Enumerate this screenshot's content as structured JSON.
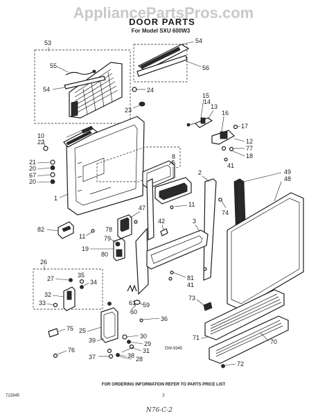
{
  "watermark": "AppliancePartsPros.com",
  "title": "DOOR PARTS",
  "subtitle": "For Model SXU 600W3",
  "callouts": {
    "53": "53",
    "55": "55",
    "54a": "54",
    "54b": "54",
    "56": "56",
    "24": "24",
    "23": "23",
    "15": "15",
    "14": "14",
    "13": "13",
    "16": "16",
    "17": "17",
    "12": "12",
    "77": "77",
    "18": "18",
    "41a": "41",
    "10": "10",
    "22": "22",
    "21": "21",
    "20a": "20",
    "67": "67",
    "20b": "20",
    "8": "8",
    "6": "6",
    "1": "1",
    "11a": "11",
    "11b": "11",
    "2": "2",
    "74": "74",
    "49": "49",
    "48": "48",
    "82": "82",
    "47": "47",
    "42": "42",
    "3": "3",
    "78": "78",
    "79": "79",
    "19": "19",
    "80": "80",
    "26": "26",
    "27": "27",
    "35": "35",
    "34": "34",
    "32": "32",
    "33": "33",
    "81": "81",
    "41b": "41",
    "61": "61",
    "59": "59",
    "60": "60",
    "73": "73",
    "75": "75",
    "25": "25",
    "36": "36",
    "76": "76",
    "39": "39",
    "30": "30",
    "29": "29",
    "31": "31",
    "37": "37",
    "38": "38",
    "28": "28",
    "71": "71",
    "70": "70",
    "72": "72"
  },
  "drawing_code": "DW-9345",
  "footer_note": "FOR ORDERING INFORMATION REFER TO PARTS PRICE LIST",
  "doc_number": "713345",
  "page_number": "2",
  "handwritten": "N76-C-2"
}
